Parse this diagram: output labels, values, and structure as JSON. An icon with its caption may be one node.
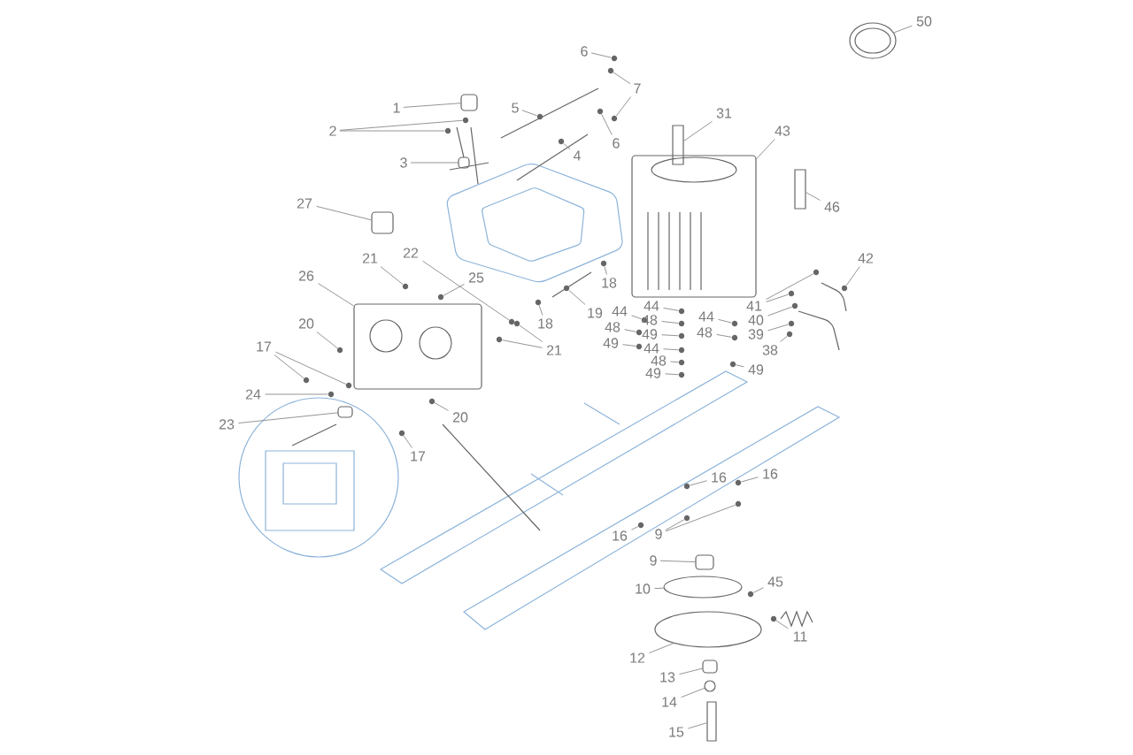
{
  "diagram": {
    "nodes": [
      {
        "text": [
          "1"
        ]
      },
      {
        "text": [
          "2"
        ]
      },
      {
        "text": [
          "3"
        ]
      },
      {
        "text": [
          "5"
        ]
      },
      {
        "text": [
          "4"
        ]
      },
      {
        "text": [
          "6"
        ]
      },
      {
        "text": [
          "7"
        ]
      },
      {
        "text": [
          "6"
        ]
      },
      {
        "text": [
          "50"
        ]
      },
      {
        "text": [
          "31"
        ]
      },
      {
        "text": [
          "43"
        ]
      },
      {
        "text": [
          "46"
        ]
      },
      {
        "text": [
          "27"
        ]
      },
      {
        "text": [
          "21"
        ]
      },
      {
        "text": [
          "22"
        ]
      },
      {
        "text": [
          "26"
        ]
      },
      {
        "text": [
          "25"
        ]
      },
      {
        "text": [
          "18"
        ]
      },
      {
        "text": [
          "19"
        ]
      },
      {
        "text": [
          "18"
        ]
      },
      {
        "text": [
          "42"
        ]
      },
      {
        "text": [
          "41"
        ]
      },
      {
        "text": [
          "40"
        ]
      },
      {
        "text": [
          "39"
        ]
      },
      {
        "text": [
          "38"
        ]
      },
      {
        "text": [
          "44"
        ]
      },
      {
        "text": [
          "48"
        ]
      },
      {
        "text": [
          "49"
        ]
      },
      {
        "text": [
          "44"
        ]
      },
      {
        "text": [
          "48"
        ]
      },
      {
        "text": [
          "49"
        ]
      },
      {
        "text": [
          "44"
        ]
      },
      {
        "text": [
          "48"
        ]
      },
      {
        "text": [
          "49"
        ]
      },
      {
        "text": [
          "44"
        ]
      },
      {
        "text": [
          "48"
        ]
      },
      {
        "text": [
          "49"
        ]
      },
      {
        "text": [
          "20"
        ]
      },
      {
        "text": [
          "17"
        ]
      },
      {
        "text": [
          "24"
        ]
      },
      {
        "text": [
          "23"
        ]
      },
      {
        "text": [
          "21"
        ]
      },
      {
        "text": [
          "20"
        ]
      },
      {
        "text": [
          "17"
        ]
      },
      {
        "text": [
          "16"
        ]
      },
      {
        "text": [
          "16"
        ]
      },
      {
        "text": [
          "16"
        ]
      },
      {
        "text": [
          "9"
        ]
      },
      {
        "text": [
          "9"
        ]
      },
      {
        "text": [
          "10"
        ]
      },
      {
        "text": [
          "45"
        ]
      },
      {
        "text": [
          "11"
        ]
      },
      {
        "text": [
          "12"
        ]
      },
      {
        "text": [
          "13"
        ]
      },
      {
        "text": [
          "14"
        ]
      },
      {
        "text": [
          "15"
        ]
      },
      {
        "text": [],
        "shape": "box"
      },
      {
        "text": [],
        "shape": "circle"
      },
      {
        "text": [],
        "shape": "circle"
      },
      {
        "text": [],
        "shape": "box"
      },
      {
        "text": [],
        "shape": "circle"
      },
      {
        "text": [],
        "shape": "circle"
      },
      {
        "text": [],
        "shape": "circle"
      },
      {
        "text": [],
        "shape": "circle"
      },
      {
        "text": [],
        "shape": "circle"
      },
      {
        "text": [],
        "shape": "circle"
      },
      {
        "text": [],
        "shape": "circle"
      },
      {
        "text": [],
        "shape": "bar"
      },
      {
        "text": [],
        "shape": "box"
      },
      {
        "text": [],
        "shape": "bar"
      },
      {
        "text": [],
        "shape": "box"
      },
      {
        "text": [],
        "shape": "circle"
      },
      {
        "text": [],
        "shape": "circle"
      },
      {
        "text": [],
        "shape": "box"
      },
      {
        "text": [],
        "shape": "circle"
      },
      {
        "text": [],
        "shape": "circle"
      },
      {
        "text": [],
        "shape": "circle"
      },
      {
        "text": [],
        "shape": "circle"
      },
      {
        "text": [],
        "shape": "circle"
      },
      {
        "text": [],
        "shape": "circle"
      },
      {
        "text": [],
        "shape": "circle"
      },
      {
        "text": [],
        "shape": "circle"
      },
      {
        "text": [],
        "shape": "circle"
      },
      {
        "text": [],
        "shape": "circle"
      },
      {
        "text": [],
        "shape": "circle"
      },
      {
        "text": [],
        "shape": "circle"
      },
      {
        "text": [],
        "shape": "circle"
      },
      {
        "text": [],
        "shape": "circle"
      },
      {
        "text": [],
        "shape": "circle"
      },
      {
        "text": [],
        "shape": "circle"
      },
      {
        "text": [],
        "shape": "circle"
      },
      {
        "text": [],
        "shape": "circle"
      },
      {
        "text": [],
        "shape": "circle"
      },
      {
        "text": [],
        "shape": "circle"
      },
      {
        "text": [],
        "shape": "circle"
      },
      {
        "text": [],
        "shape": "circle"
      },
      {
        "text": [],
        "shape": "circle"
      },
      {
        "text": [],
        "shape": "circle"
      },
      {
        "text": [],
        "shape": "circle"
      },
      {
        "text": [],
        "shape": "circle"
      },
      {
        "text": [],
        "shape": "box"
      },
      {
        "text": [],
        "shape": "circle"
      },
      {
        "text": [],
        "shape": "circle"
      },
      {
        "text": [],
        "shape": "circle"
      },
      {
        "text": [],
        "shape": "circle"
      },
      {
        "text": [],
        "shape": "circle"
      },
      {
        "text": [],
        "shape": "circle"
      },
      {
        "text": [],
        "shape": "circle"
      },
      {
        "text": [],
        "shape": "circle"
      },
      {
        "text": [],
        "shape": "circle"
      },
      {
        "text": [],
        "shape": "box"
      },
      {
        "text": [],
        "shape": "circle"
      },
      {
        "text": [],
        "shape": "circle"
      },
      {
        "text": [],
        "shape": "circle"
      },
      {
        "text": [],
        "shape": "circle"
      },
      {
        "text": [],
        "shape": "box"
      },
      {
        "text": [],
        "shape": "circle"
      },
      {
        "text": [],
        "shape": "bar"
      }
    ],
    "edges": [
      {
        "from": 0,
        "to": 56,
        "arrow": "none"
      },
      {
        "from": 1,
        "to": 57,
        "arrow": "none"
      },
      {
        "from": 1,
        "to": 58,
        "arrow": "none"
      },
      {
        "from": 2,
        "to": 59,
        "arrow": "none"
      },
      {
        "from": 3,
        "to": 60,
        "arrow": "none"
      },
      {
        "from": 4,
        "to": 61,
        "arrow": "none"
      },
      {
        "from": 5,
        "to": 62,
        "arrow": "none"
      },
      {
        "from": 6,
        "to": 63,
        "arrow": "none"
      },
      {
        "from": 6,
        "to": 64,
        "arrow": "none"
      },
      {
        "from": 7,
        "to": 65,
        "arrow": "none"
      },
      {
        "from": 8,
        "to": 66,
        "arrow": "none"
      },
      {
        "from": 9,
        "to": 67,
        "arrow": "none"
      },
      {
        "from": 10,
        "to": 68,
        "arrow": "none"
      },
      {
        "from": 11,
        "to": 69,
        "arrow": "none"
      },
      {
        "from": 12,
        "to": 70,
        "arrow": "none"
      },
      {
        "from": 13,
        "to": 71,
        "arrow": "none"
      },
      {
        "from": 14,
        "to": 72,
        "arrow": "none"
      },
      {
        "from": 15,
        "to": 73,
        "arrow": "none"
      },
      {
        "from": 16,
        "to": 74,
        "arrow": "none"
      },
      {
        "from": 17,
        "to": 75,
        "arrow": "none"
      },
      {
        "from": 18,
        "to": 76,
        "arrow": "none"
      },
      {
        "from": 19,
        "to": 77,
        "arrow": "none"
      },
      {
        "from": 20,
        "to": 78,
        "arrow": "none"
      },
      {
        "from": 21,
        "to": 79,
        "arrow": "none"
      },
      {
        "from": 21,
        "to": 80,
        "arrow": "none"
      },
      {
        "from": 22,
        "to": 81,
        "arrow": "none"
      },
      {
        "from": 23,
        "to": 82,
        "arrow": "none"
      },
      {
        "from": 24,
        "to": 83,
        "arrow": "none"
      },
      {
        "from": 25,
        "to": 84,
        "arrow": "none"
      },
      {
        "from": 26,
        "to": 85,
        "arrow": "none"
      },
      {
        "from": 27,
        "to": 86,
        "arrow": "none"
      },
      {
        "from": 28,
        "to": 87,
        "arrow": "none"
      },
      {
        "from": 29,
        "to": 88,
        "arrow": "none"
      },
      {
        "from": 30,
        "to": 89,
        "arrow": "none"
      },
      {
        "from": 31,
        "to": 90,
        "arrow": "none"
      },
      {
        "from": 32,
        "to": 91,
        "arrow": "none"
      },
      {
        "from": 33,
        "to": 92,
        "arrow": "none"
      },
      {
        "from": 34,
        "to": 93,
        "arrow": "none"
      },
      {
        "from": 35,
        "to": 94,
        "arrow": "none"
      },
      {
        "from": 36,
        "to": 95,
        "arrow": "none"
      },
      {
        "from": 37,
        "to": 96,
        "arrow": "none"
      },
      {
        "from": 38,
        "to": 97,
        "arrow": "none"
      },
      {
        "from": 38,
        "to": 98,
        "arrow": "none"
      },
      {
        "from": 39,
        "to": 99,
        "arrow": "none"
      },
      {
        "from": 40,
        "to": 100,
        "arrow": "none"
      },
      {
        "from": 41,
        "to": 101,
        "arrow": "none"
      },
      {
        "from": 41,
        "to": 102,
        "arrow": "none"
      },
      {
        "from": 42,
        "to": 103,
        "arrow": "none"
      },
      {
        "from": 43,
        "to": 104,
        "arrow": "none"
      },
      {
        "from": 44,
        "to": 105,
        "arrow": "none"
      },
      {
        "from": 45,
        "to": 106,
        "arrow": "none"
      },
      {
        "from": 46,
        "to": 107,
        "arrow": "none"
      },
      {
        "from": 47,
        "to": 108,
        "arrow": "none"
      },
      {
        "from": 47,
        "to": 109,
        "arrow": "none"
      },
      {
        "from": 48,
        "to": 110,
        "arrow": "none"
      },
      {
        "from": 49,
        "to": 111,
        "arrow": "none"
      },
      {
        "from": 50,
        "to": 112,
        "arrow": "none"
      },
      {
        "from": 51,
        "to": 113,
        "arrow": "none"
      },
      {
        "from": 52,
        "to": 114,
        "arrow": "none"
      },
      {
        "from": 53,
        "to": 115,
        "arrow": "none"
      },
      {
        "from": 54,
        "to": 116,
        "arrow": "none"
      },
      {
        "from": 55,
        "to": 117,
        "arrow": "none"
      }
    ]
  }
}
